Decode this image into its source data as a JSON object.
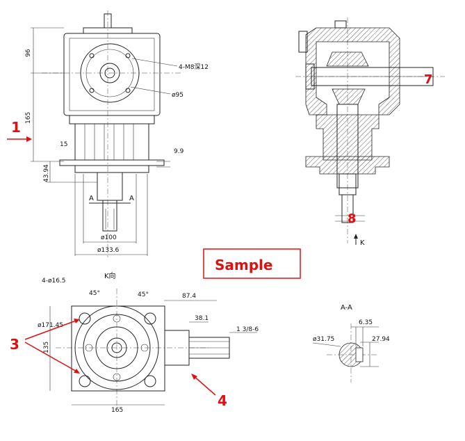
{
  "sample": "Sample",
  "markers": [
    "1",
    "3",
    "4",
    "7",
    "8"
  ],
  "dims": {
    "d96": "96",
    "d165v": "165",
    "d15": "15",
    "d4394": "43.94",
    "d99": "9.9",
    "m8": "4-M8深12",
    "phi95": "ø95",
    "phi100": "ø100",
    "phi1336": "ø133.6",
    "phi165": "4-ø16.5",
    "a45a": "45°",
    "a45b": "45°",
    "phi17145": "ø171.45",
    "d135": "135",
    "d874": "87.4",
    "d381": "38.1",
    "spline": "1 3/8-6",
    "d165h": "165",
    "phi3175": "ø31.75",
    "d635": "6.35",
    "d2794": "27.94",
    "aa": "A-A",
    "a1": "A",
    "a2": "A",
    "kdir": "K向",
    "k": "K"
  },
  "colors": {
    "marker": "#e01010",
    "line": "#222222"
  }
}
